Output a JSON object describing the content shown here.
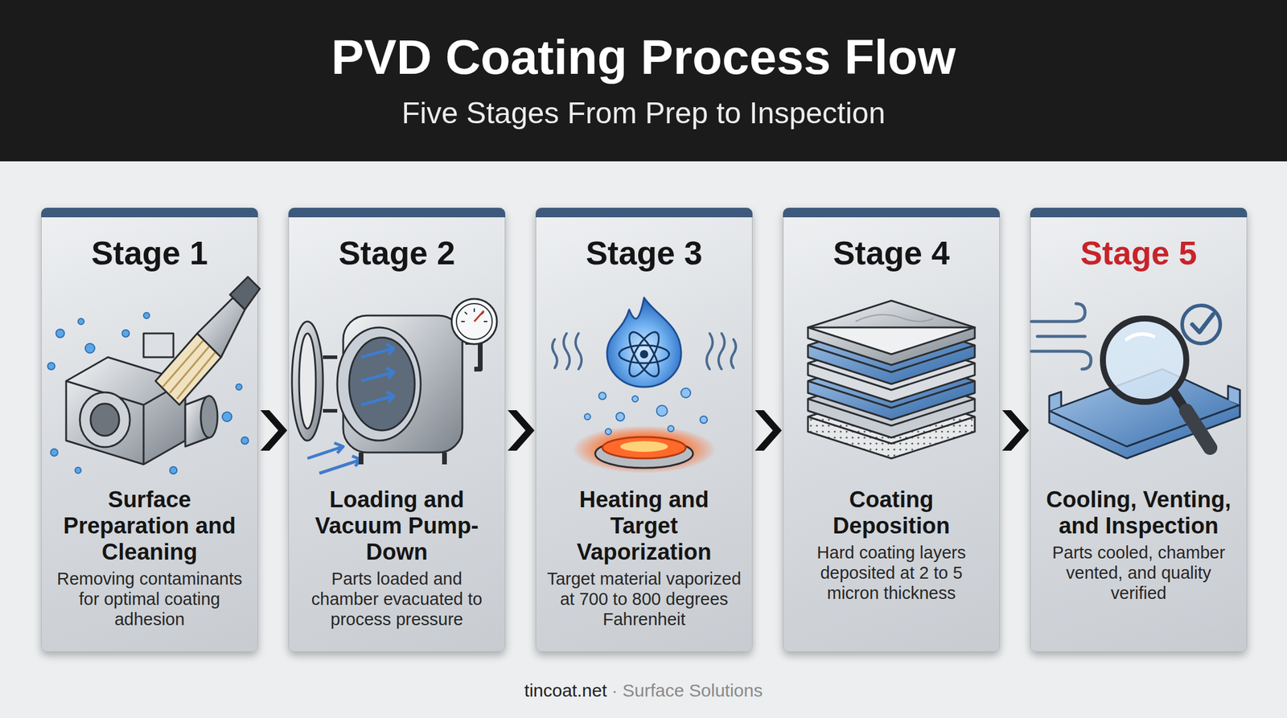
{
  "diagram": {
    "title": "PVD Coating Process Flow",
    "nodes": [
      {
        "text": [
          "Stage 1",
          "Surface Preparation and Cleaning",
          "Removing contaminants for optimal coating adhesion"
        ]
      },
      {
        "text": [
          "Stage 2",
          "Loading and Vacuum Pump-Down",
          "Parts loaded and chamber evacuated to process pressure"
        ]
      },
      {
        "text": [
          "Stage 3",
          "Heating and Target Vaporization",
          "Target material vaporized at 700 to 800 degrees Fahrenheit"
        ]
      },
      {
        "text": [
          "Stage 4",
          "Coating Deposition",
          "Hard coating layers deposited at 2 to 5 micron thickness"
        ]
      },
      {
        "text": [
          "Stage 5",
          "Cooling, Venting, and Inspection",
          "Parts cooled, chamber vented, and quality verified"
        ]
      }
    ],
    "edges": [
      {
        "from": 0,
        "to": 1,
        "arrow": "to"
      },
      {
        "from": 1,
        "to": 2,
        "arrow": "to"
      },
      {
        "from": 2,
        "to": 3,
        "arrow": "to"
      },
      {
        "from": 3,
        "to": 4,
        "arrow": "to"
      }
    ],
    "labels": [
      "Five Stages From Prep to Inspection",
      "tincoat.net",
      "· Surface Solutions"
    ]
  }
}
